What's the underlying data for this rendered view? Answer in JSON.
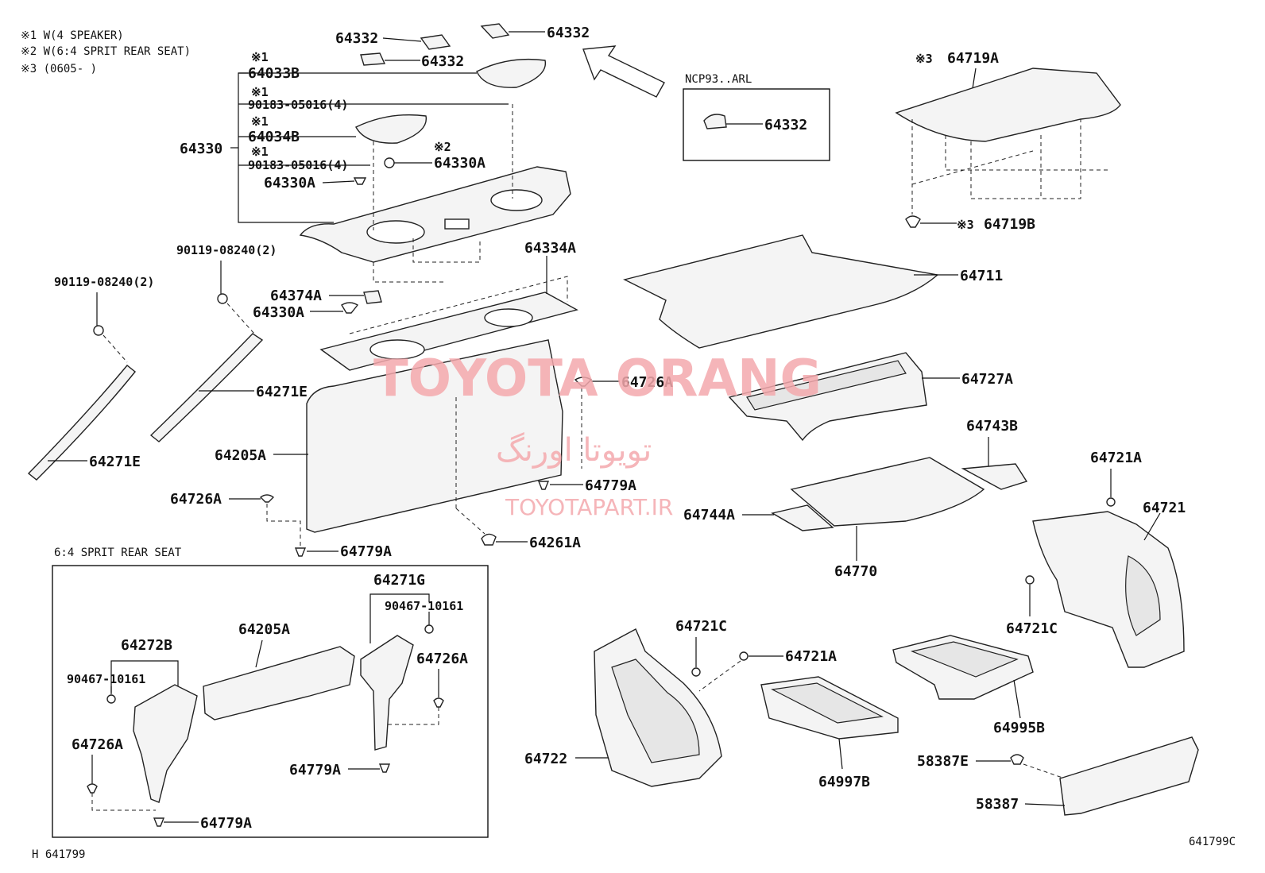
{
  "notes": [
    "※1 W(4 SPEAKER)",
    "※2 W(6:4 SPRIT REAR SEAT)",
    "※3 (0605-     )"
  ],
  "inset_ncp": {
    "title": "NCP93..ARL",
    "part": "64332"
  },
  "inset_split": {
    "title": "6:4 SPRIT REAR SEAT"
  },
  "labels": {
    "p64332_a": "64332",
    "p64332_b": "64332",
    "p64332_c": "64332",
    "m1_a": "※1",
    "p64033B": "64033B",
    "m1_b": "※1",
    "p90183_a": "90183-05016(4)",
    "m1_c": "※1",
    "p64034B": "64034B",
    "m1_d": "※1",
    "p90183_b": "90183-05016(4)",
    "p64330": "64330",
    "m2": "※2",
    "p64330A_a": "64330A",
    "p64330A_b": "64330A",
    "p64330A_c": "64330A",
    "p90119_a": "90119-08240(2)",
    "p90119_b": "90119-08240(2)",
    "p64374A": "64374A",
    "p64334A": "64334A",
    "p64271E_a": "64271E",
    "p64271E_b": "64271E",
    "p64205A_a": "64205A",
    "p64726A_a": "64726A",
    "p64726A_b": "64726A",
    "p64779A_a": "64779A",
    "p64779A_b": "64779A",
    "p64261A": "64261A",
    "m3_a": "※3",
    "p64719A": "64719A",
    "m3_b": "※3",
    "p64719B": "64719B",
    "p64711": "64711",
    "p64727A": "64727A",
    "p64743B": "64743B",
    "p64744A": "64744A",
    "p64770": "64770",
    "p64721A_a": "64721A",
    "p64721": "64721",
    "p64721C_a": "64721C",
    "p64721C_b": "64721C",
    "p64721A_b": "64721A",
    "p64722": "64722",
    "p64997B": "64997B",
    "p64995B": "64995B",
    "p58387E": "58387E",
    "p58387": "58387",
    "p64271G": "64271G",
    "p90467_a": "90467-10161",
    "p64272B": "64272B",
    "p90467_b": "90467-10161",
    "p64205A_b": "64205A",
    "p64726A_c": "64726A",
    "p64726A_d": "64726A",
    "p64779A_c": "64779A",
    "p64779A_d": "64779A"
  },
  "footer": {
    "left": "H 641799",
    "right": "641799C"
  },
  "watermark": {
    "brand": "TOYOTA ORANG",
    "persian": "تویوتا اورنگ",
    "site": "TOYOTAPART.IR"
  }
}
